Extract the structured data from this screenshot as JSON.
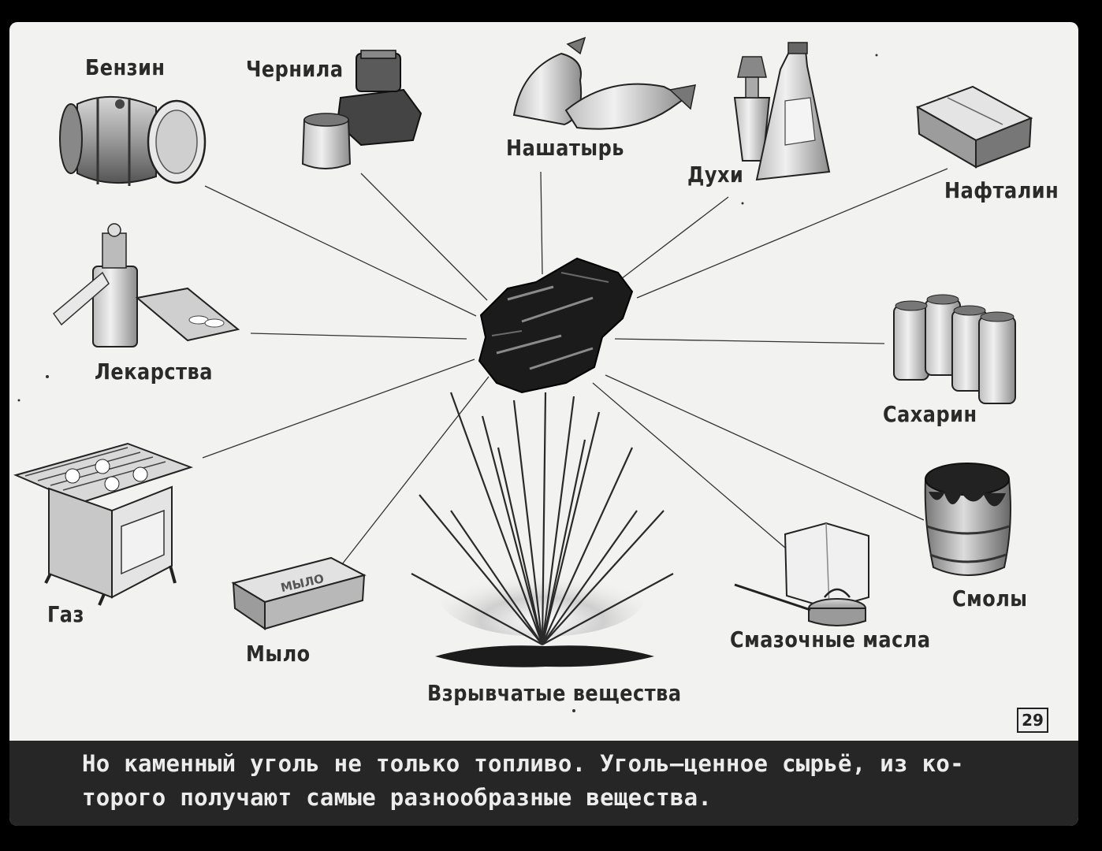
{
  "center": {
    "icon": "coal-lump-icon"
  },
  "products": [
    {
      "key": "benzin",
      "label": "Бензин",
      "icon": "fuel-barrel-icon"
    },
    {
      "key": "chernila",
      "label": "Чернила",
      "icon": "ink-bottle-icon"
    },
    {
      "key": "nashatyr",
      "label": "Нашатырь",
      "icon": "sacks-icon"
    },
    {
      "key": "dukhi",
      "label": "Духи",
      "icon": "perfume-bottles-icon"
    },
    {
      "key": "naftalin",
      "label": "Нафталин",
      "icon": "box-icon"
    },
    {
      "key": "lekarstva",
      "label": "Лекарства",
      "icon": "medicine-icon"
    },
    {
      "key": "sakharin",
      "label": "Сахарин",
      "icon": "jars-icon"
    },
    {
      "key": "gaz",
      "label": "Газ",
      "icon": "gas-stove-icon"
    },
    {
      "key": "smoly",
      "label": "Смолы",
      "icon": "tar-barrel-icon"
    },
    {
      "key": "mylo",
      "label": "Мыло",
      "icon": "soap-bar-icon",
      "imprint": "МЫЛО"
    },
    {
      "key": "smazochnye",
      "label": "Смазочные масла",
      "icon": "oil-can-icon"
    },
    {
      "key": "vzryvchatye",
      "label": "Взрывчатые вещества",
      "icon": "explosion-icon"
    }
  ],
  "page_number": "29",
  "caption": {
    "line1": "Но каменный уголь не только топливо. Уголь–ценное сырьё, из ко-",
    "line2": "торого получают самые разнообразные вещества."
  }
}
